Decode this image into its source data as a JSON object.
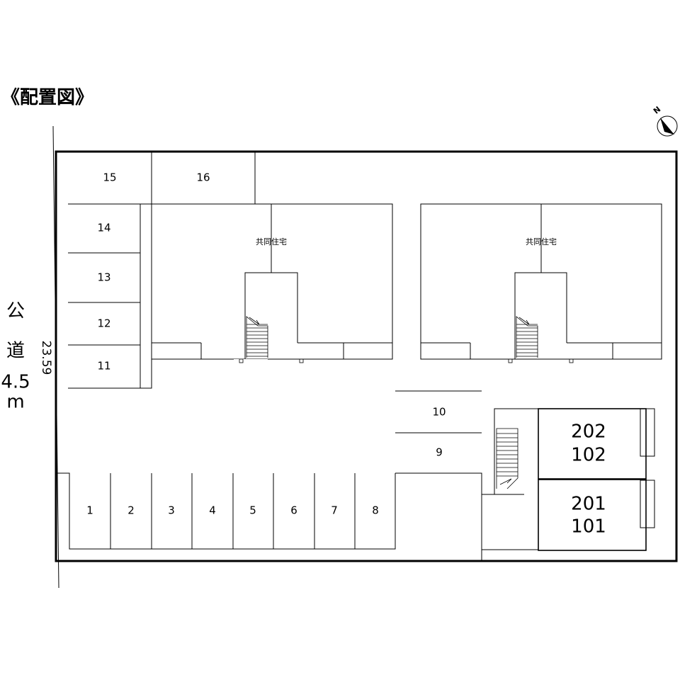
{
  "title": "《配置図》",
  "compass": {
    "label": "N"
  },
  "road": {
    "line1": "公",
    "line2": "道",
    "line3": "4.5",
    "line4": "m"
  },
  "dimension": "23.59",
  "buildings": {
    "left_label": "共同住宅",
    "right_label": "共同住宅"
  },
  "parking": {
    "p1": "1",
    "p2": "2",
    "p3": "3",
    "p4": "4",
    "p5": "5",
    "p6": "6",
    "p7": "7",
    "p8": "8",
    "p9": "9",
    "p10": "10",
    "p11": "11",
    "p12": "12",
    "p13": "13",
    "p14": "14",
    "p15": "15",
    "p16": "16"
  },
  "units": {
    "upper_top": "202",
    "upper_bottom": "102",
    "lower_top": "201",
    "lower_bottom": "101"
  }
}
